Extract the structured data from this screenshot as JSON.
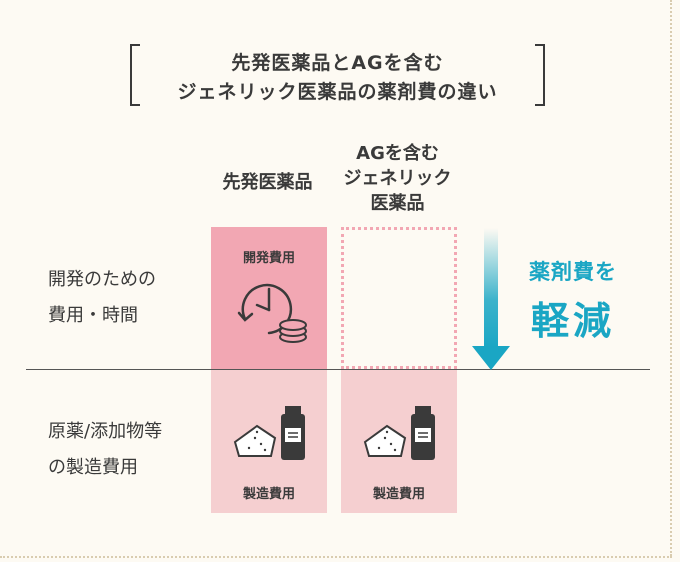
{
  "title": {
    "line1": "先発医薬品とAGを含む",
    "line2": "ジェネリック医薬品の薬剤費の違い"
  },
  "columns": {
    "original": "先発医薬品",
    "ag_line1": "AGを含む",
    "ag_line2": "ジェネリック",
    "ag_line3": "医薬品"
  },
  "rows": {
    "development_line1": "開発のための",
    "development_line2": "費用・時間",
    "manufacturing_line1": "原薬/添加物等",
    "manufacturing_line2": "の製造費用"
  },
  "boxes": {
    "development_cost": "開発費用",
    "manufacturing_cost_original": "製造費用",
    "manufacturing_cost_ag": "製造費用"
  },
  "reduction": {
    "line1": "薬剤費を",
    "line2": "軽減"
  },
  "colors": {
    "development_box": "#f2a7b3",
    "manufacturing_box": "#f5cfd0",
    "accent_blue": "#1aa6c4",
    "background": "#fdfaf3"
  },
  "icons": [
    "clock-coins-icon",
    "powder-bottle-icon",
    "down-arrow-icon"
  ]
}
